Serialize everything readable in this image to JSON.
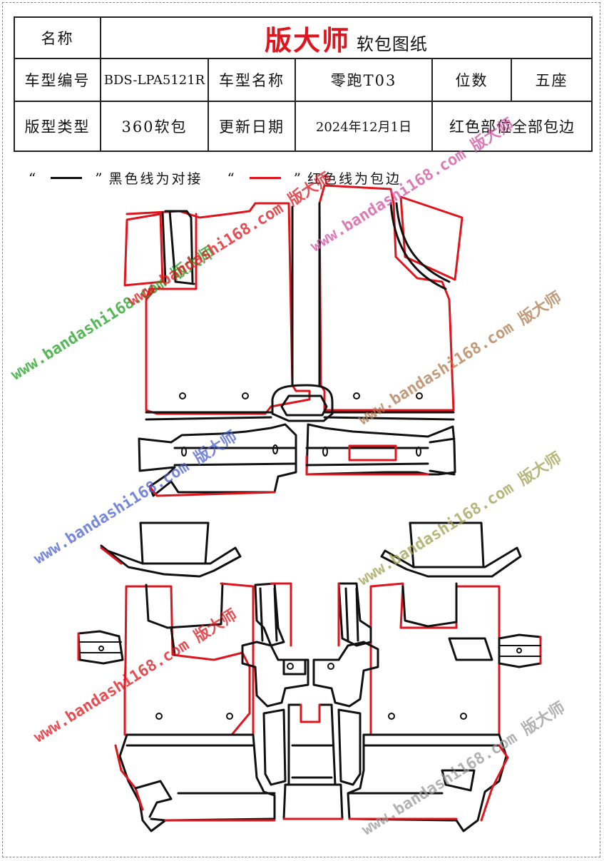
{
  "table": {
    "name_label": "名称",
    "brand": "版大师",
    "doc_title": "软包图纸",
    "model_code_label": "车型编号",
    "model_code": "BDS-LPA5121R",
    "model_name_label": "车型名称",
    "model_name": "零跑T03",
    "seats_label": "位数",
    "seats": "五座",
    "type_label": "版型类型",
    "type": "360软包",
    "date_label": "更新日期",
    "date": "2024年12月1日",
    "note": "红色部位全部包边"
  },
  "legend": {
    "open_quote": "“",
    "close_quote": "”",
    "black_text": "黑色线为对接",
    "red_text": "红色线为包边"
  },
  "watermarks": [
    {
      "text": "www.bandashi168.com 版大师",
      "color": "#1e9f1e"
    },
    {
      "text": "www.bandashi168.com 版大师",
      "color": "#e0141c"
    },
    {
      "text": "www.bandashi168.com 版大师",
      "color": "#d24fa0"
    },
    {
      "text": "www.bandashi168.com 版大师",
      "color": "#b07a4e"
    },
    {
      "text": "www.bandashi168.com 版大师",
      "color": "#4a5fd0"
    },
    {
      "text": "www.bandashi168.com 版大师",
      "color": "#a0a050"
    },
    {
      "text": "www.bandashi168.com 版大师",
      "color": "#e0141c"
    },
    {
      "text": "www.bandashi168.com 版大师",
      "color": "#999999"
    }
  ],
  "colors": {
    "red": "#e0141c",
    "black": "#111111"
  }
}
